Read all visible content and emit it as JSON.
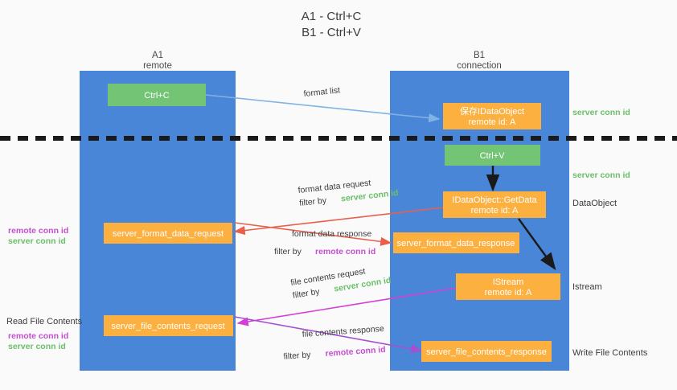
{
  "title": {
    "line1": "A1 - Ctrl+C",
    "line2": "B1 - Ctrl+V"
  },
  "lanes": [
    {
      "id": "a1",
      "name": "A1",
      "role": "remote"
    },
    {
      "id": "b1",
      "name": "B1",
      "role": "connection"
    }
  ],
  "colors": {
    "lane": "#4a86d8",
    "box_orange": "#fbb040",
    "box_green": "#74c476",
    "server_conn": "#6abf69",
    "remote_conn": "#c44fd0",
    "arrow_blue": "#7fb3e3",
    "arrow_red": "#e8604c",
    "arrow_magenta": "#d63fd6",
    "arrow_purple": "#a64fd0",
    "arrow_black": "#1a1a1a",
    "divider": "#1a1a1a",
    "background": "#fafafa"
  },
  "nodes": {
    "ctrl_c": {
      "label": "Ctrl+C"
    },
    "save_dataobj": {
      "label": "保存IDataObject",
      "sub": "remote id: A"
    },
    "ctrl_v": {
      "label": "Ctrl+V"
    },
    "getdata": {
      "label": "IDataObject::GetData",
      "sub": "remote id: A"
    },
    "istream": {
      "label": "IStream",
      "sub": "remote id: A"
    },
    "fmt_req": {
      "label": "server_format_data_request"
    },
    "fmt_resp": {
      "label": "server_format_data_response"
    },
    "file_req": {
      "label": "server_file_contents_request"
    },
    "file_resp": {
      "label": "server_file_contents_response"
    }
  },
  "edges": {
    "format_list": {
      "label": "format list"
    },
    "format_data_req": {
      "label": "format data request",
      "filter_prefix": "filter by",
      "filter_target": "server conn id"
    },
    "format_data_resp": {
      "label": "format data response",
      "filter_prefix": "filter by",
      "filter_target": "remote conn id"
    },
    "file_contents_req": {
      "label": "file contents request",
      "filter_prefix": "filter by",
      "filter_target": "server conn id"
    },
    "file_contents_resp": {
      "label": "file contents response",
      "filter_prefix": "filter by",
      "filter_target": "remote conn id"
    }
  },
  "annotations": {
    "right": [
      {
        "id": "server-conn-top",
        "text": "server conn id",
        "kind": "server"
      },
      {
        "id": "server-conn-mid",
        "text": "server conn id",
        "kind": "server"
      },
      {
        "id": "dataobject",
        "text": "DataObject",
        "kind": "plain"
      },
      {
        "id": "istream",
        "text": "Istream",
        "kind": "plain"
      },
      {
        "id": "write-file",
        "text": "Write File Contents",
        "kind": "plain"
      }
    ],
    "left": [
      {
        "id": "remote-conn-1",
        "text": "remote conn id",
        "kind": "remote"
      },
      {
        "id": "server-conn-1",
        "text": "server conn id",
        "kind": "server"
      },
      {
        "id": "read-file",
        "text": "Read File Contents",
        "kind": "plain"
      },
      {
        "id": "remote-conn-2",
        "text": "remote conn id",
        "kind": "remote"
      },
      {
        "id": "server-conn-2",
        "text": "server conn id",
        "kind": "server"
      }
    ]
  }
}
